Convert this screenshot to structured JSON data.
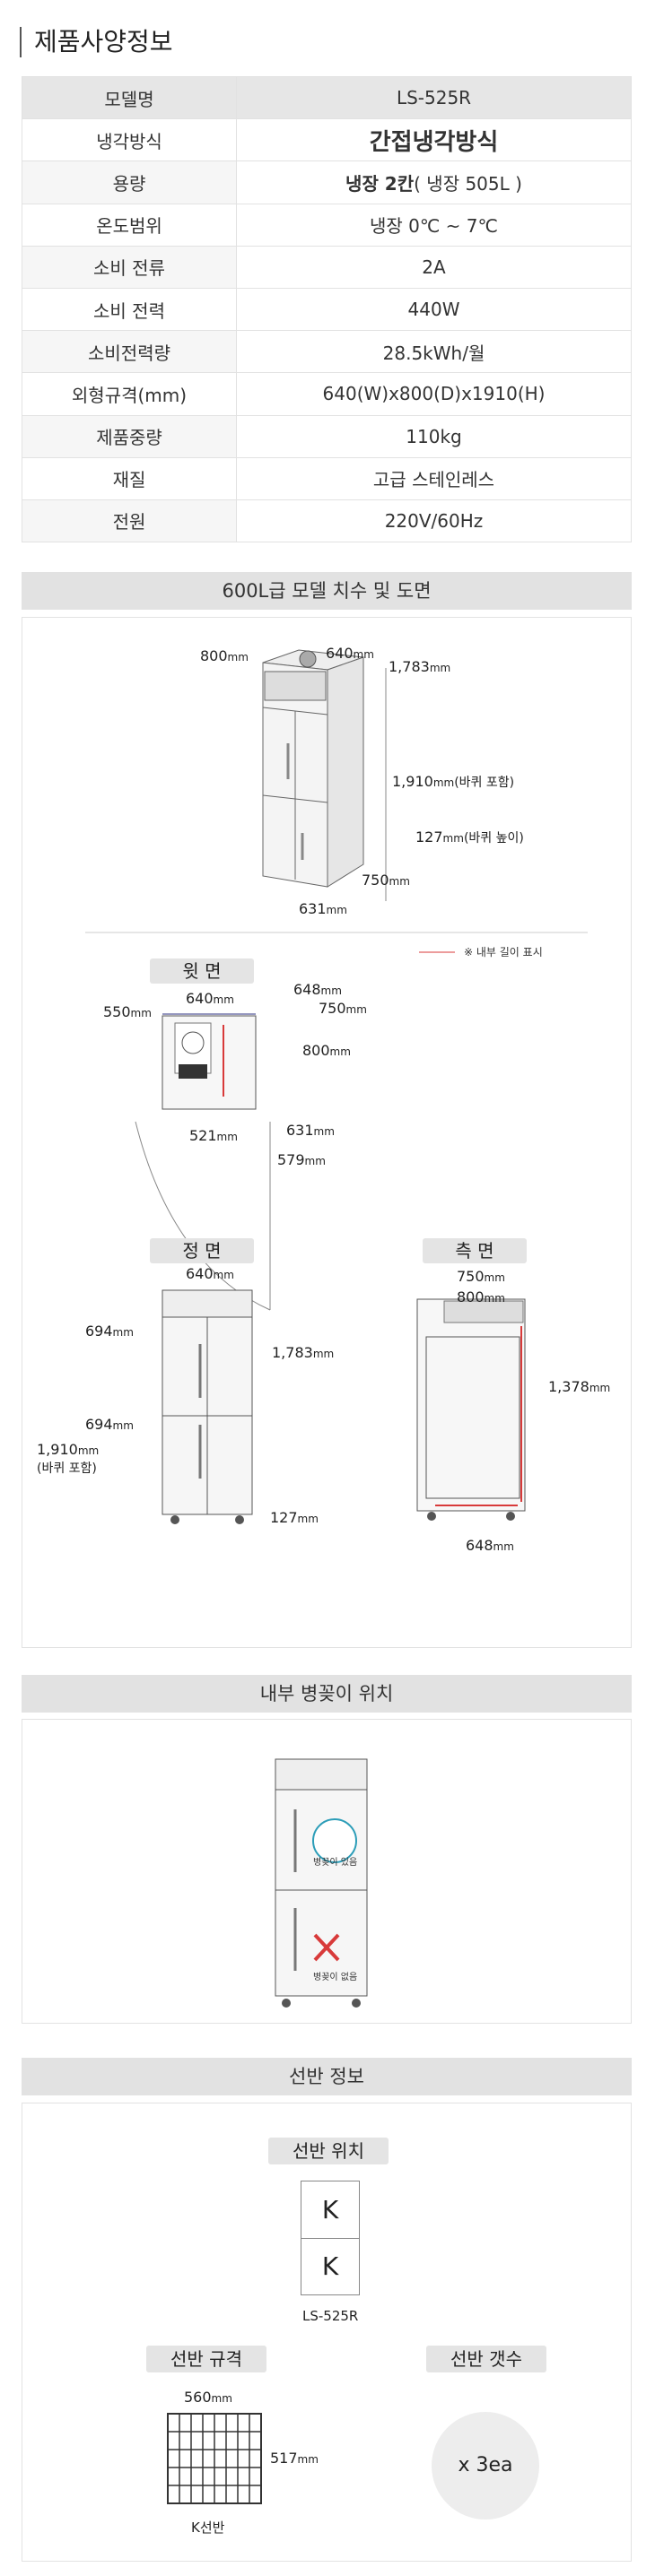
{
  "page_title": "제품사양정보",
  "spec": {
    "header": {
      "label": "모델명",
      "value": "LS-525R"
    },
    "rows": [
      {
        "label": "냉각방식",
        "value": "간접냉각방식"
      },
      {
        "label": "용량",
        "value_bold": "냉장 2칸",
        "value_rest": "( 냉장 505L )"
      },
      {
        "label": "온도범위",
        "value": "냉장 0℃ ~ 7℃"
      },
      {
        "label": "소비 전류",
        "value": "2A"
      },
      {
        "label": "소비 전력",
        "value": "440W"
      },
      {
        "label": "소비전력량",
        "value": "28.5kWh/월"
      },
      {
        "label": "외형규격(mm)",
        "value": "640(W)x800(D)x1910(H)"
      },
      {
        "label": "제품중량",
        "value": "110kg"
      },
      {
        "label": "재질",
        "value": "고급 스테인레스"
      },
      {
        "label": "전원",
        "value": "220V/60Hz"
      }
    ]
  },
  "dimensions": {
    "section_title": "600L급 모델 치수 및 도면",
    "iso": {
      "w": "800",
      "d": "640",
      "h_body": "1,783",
      "h_total": "1,910",
      "h_total_note": "(바퀴 포함)",
      "wheel_h": "127",
      "wheel_note": "(바퀴 높이)",
      "depth_bottom": "750",
      "width_bottom": "631",
      "unit": "mm"
    },
    "legend": "※ 내부 길이 표시",
    "top_view": {
      "title": "윗 면",
      "w": "640",
      "left": "550",
      "r1": "648",
      "r2": "750",
      "depth": "800",
      "door": "521",
      "d631": "631",
      "d579": "579"
    },
    "front_view": {
      "title": "정 면",
      "w": "640",
      "upper": "694",
      "lower": "694",
      "total": "1,910",
      "total_note": "(바퀴 포함)",
      "body": "1,783",
      "wheel": "127"
    },
    "side_view": {
      "title": "측 면",
      "w1": "750",
      "w2": "800",
      "inner_h": "1,378",
      "inner_d": "648"
    }
  },
  "bottle": {
    "section_title": "내부 병꽂이 위치",
    "ok_label": "병꽂이 있음",
    "no_label": "병꽂이 없음"
  },
  "shelf": {
    "section_title": "선반 정보",
    "position_title": "선반 위치",
    "shelf_codes": [
      "K",
      "K"
    ],
    "model": "LS-525R",
    "spec_title": "선반 규격",
    "count_title": "선반 갯수",
    "shelf_w": "560",
    "shelf_d": "517",
    "shelf_name": "K선반",
    "count": "x 3ea"
  },
  "colors": {
    "accent": "#2c9db8",
    "red": "#d83a3a",
    "navy": "#2a2d7c"
  }
}
